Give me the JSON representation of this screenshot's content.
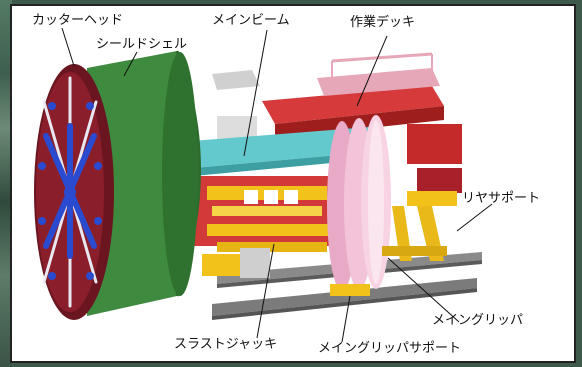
{
  "labels": {
    "cutter_head": "カッターヘッド",
    "shield_shell": "シールドシェル",
    "main_beam": "メインビーム",
    "work_deck": "作業デッキ",
    "rear_support": "リヤサポート",
    "main_gripper": "メイングリッパ",
    "thrust_jack": "スラストジャッキ",
    "main_gripper_support": "メイングリッパサポート"
  },
  "colors": {
    "cutter_face": "#8a1e2a",
    "cutter_ring": "#6b1520",
    "cutter_blades": "#2a4bd0",
    "shield_green": "#3e8a3e",
    "deck_red": "#c42a2a",
    "beam_cyan": "#63c9cc",
    "jack_yellow": "#f2c21a",
    "gripper_pink": "#f2c3d9",
    "rail_gray": "#7b7b7b"
  }
}
